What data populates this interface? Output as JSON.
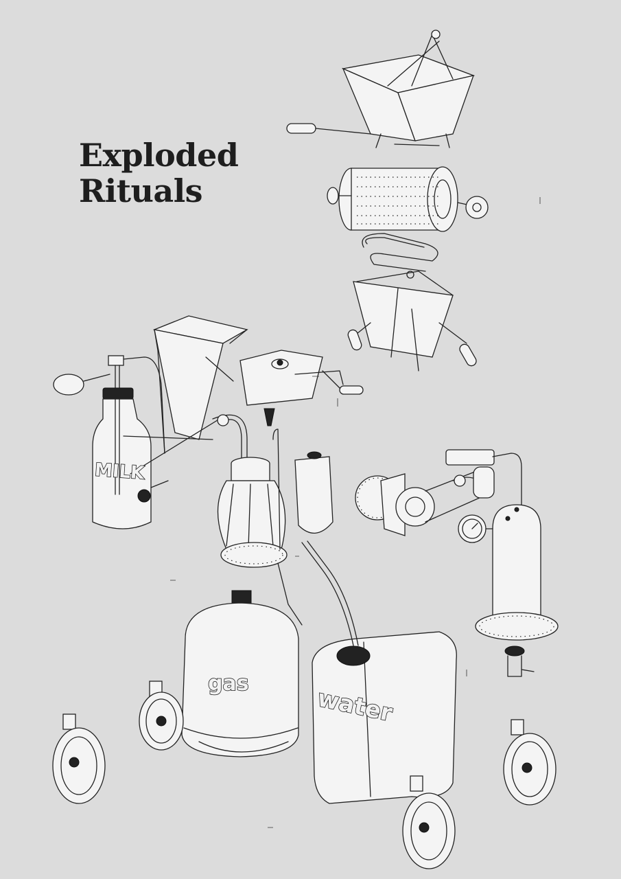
{
  "title": {
    "line1": "Exploded",
    "line2": "Rituals"
  },
  "labels": {
    "milk": "MILK",
    "gas": "gas",
    "water": "water"
  }
}
